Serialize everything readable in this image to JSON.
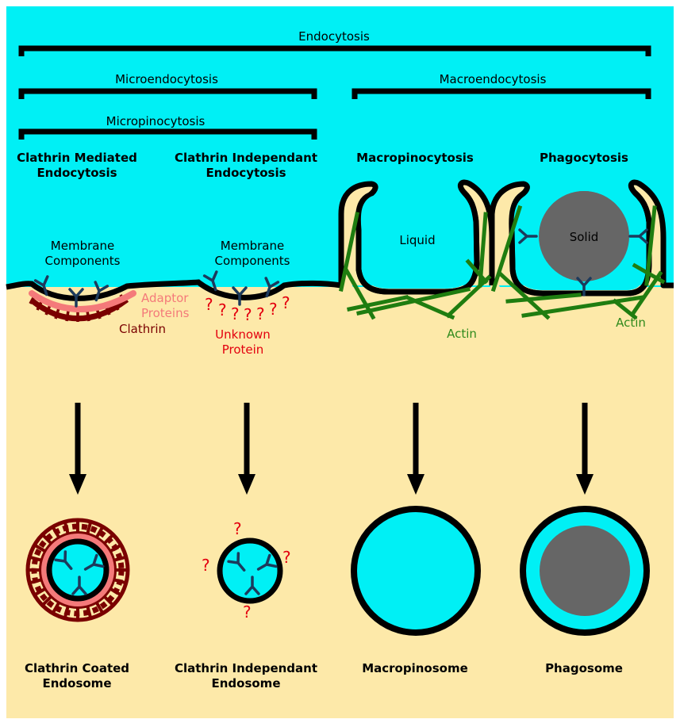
{
  "colors": {
    "outside": "#00f0f5",
    "cytoplasm": "#fde9a9",
    "membrane": "#000000",
    "clathrin": "#7a0000",
    "adaptor": "#f47a7a",
    "actin": "#1f7d10",
    "receptor": "#1c3a5c",
    "solid": "#666666",
    "unknown": "#e3000f"
  },
  "brackets": {
    "endocytosis": "Endocytosis",
    "microendocytosis": "Microendocytosis",
    "macroendocytosis": "Macroendocytosis",
    "micropinocytosis": "Micropinocytosis"
  },
  "columns": {
    "cme": [
      "Clathrin Mediated",
      "Endocytosis"
    ],
    "cie": [
      "Clathrin Independant",
      "Endocytosis"
    ],
    "macro": [
      "Macropinocytosis"
    ],
    "phago": [
      "Phagocytosis"
    ]
  },
  "labels": {
    "membrane_components": [
      "Membrane",
      "Components"
    ],
    "adaptor_proteins": [
      "Adaptor",
      "Proteins"
    ],
    "clathrin": "Clathrin",
    "unknown_protein": [
      "Unknown",
      "Protein"
    ],
    "question_mark": "?",
    "liquid": "Liquid",
    "solid": "Solid",
    "actin": "Actin"
  },
  "results": {
    "cme": [
      "Clathrin Coated",
      "Endosome"
    ],
    "cie": [
      "Clathrin Independant",
      "Endosome"
    ],
    "macro": [
      "Macropinosome"
    ],
    "phago": [
      "Phagosome"
    ]
  }
}
